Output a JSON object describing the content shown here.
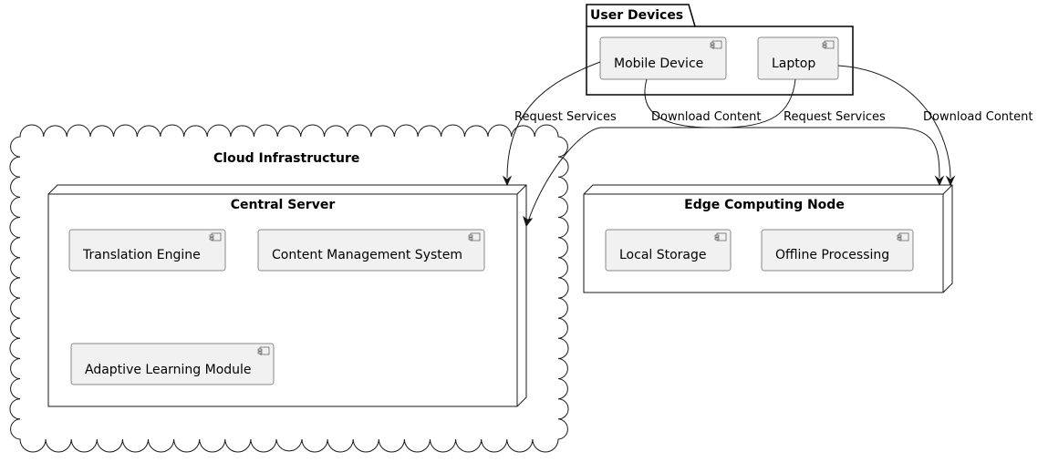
{
  "diagram": {
    "packages": {
      "user_devices": "User Devices"
    },
    "clouds": {
      "cloud_infrastructure": "Cloud Infrastructure"
    },
    "nodes": {
      "central_server": "Central Server",
      "edge_computing_node": "Edge Computing Node"
    },
    "components": {
      "mobile_device": "Mobile Device",
      "laptop": "Laptop",
      "translation_engine": "Translation Engine",
      "content_management_system": "Content Management System",
      "adaptive_learning_module": "Adaptive Learning Module",
      "local_storage": "Local Storage",
      "offline_processing": "Offline Processing"
    },
    "edges": [
      {
        "from": "Mobile Device",
        "to": "Central Server",
        "label": "Request Services"
      },
      {
        "from": "Mobile Device",
        "to": "Edge Computing Node",
        "label": "Download Content"
      },
      {
        "from": "Laptop",
        "to": "Central Server",
        "label": "Request Services"
      },
      {
        "from": "Laptop",
        "to": "Edge Computing Node",
        "label": "Download Content"
      }
    ]
  }
}
